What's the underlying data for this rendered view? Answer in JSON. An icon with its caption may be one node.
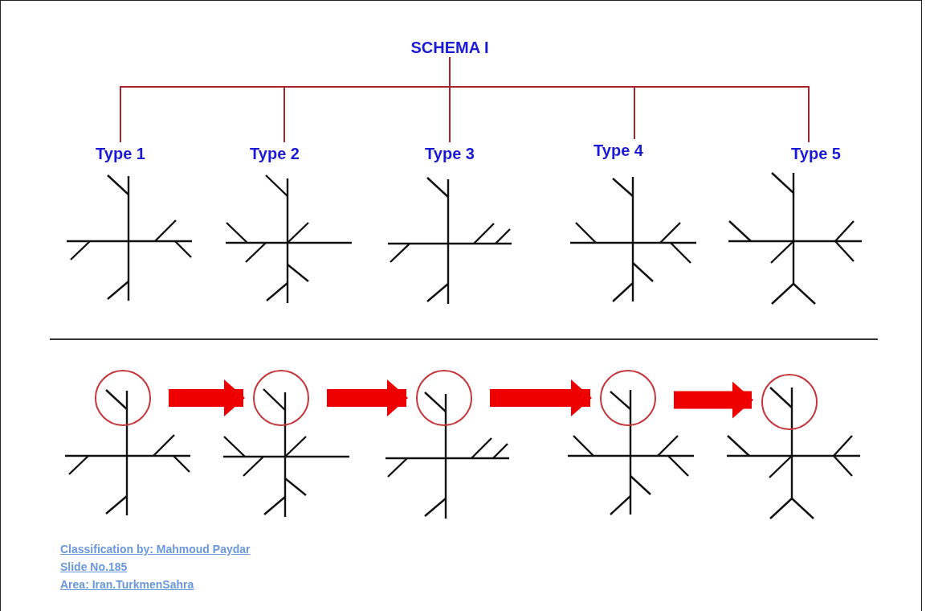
{
  "diagram": {
    "nodes": [
      {
        "text": [
          "SCHEMA I"
        ]
      },
      {
        "text": [
          "Type 1"
        ]
      },
      {
        "text": [
          "Type 2"
        ]
      },
      {
        "text": [
          "Type 3"
        ]
      },
      {
        "text": [
          "Type 4"
        ]
      },
      {
        "text": [
          "Type 5"
        ]
      },
      {
        "text": [],
        "shape": "circle"
      },
      {
        "text": [],
        "shape": "circle"
      },
      {
        "text": [],
        "shape": "circle"
      },
      {
        "text": [],
        "shape": "circle"
      },
      {
        "text": [],
        "shape": "circle"
      }
    ],
    "edges": [
      {
        "from": 0,
        "to": 1,
        "arrow": "none"
      },
      {
        "from": 0,
        "to": 2,
        "arrow": "none"
      },
      {
        "from": 0,
        "to": 3,
        "arrow": "none"
      },
      {
        "from": 0,
        "to": 4,
        "arrow": "none"
      },
      {
        "from": 0,
        "to": 5,
        "arrow": "none"
      },
      {
        "from": 6,
        "to": 7,
        "arrow": "to",
        "style": "thick",
        "color": "#ee0000"
      },
      {
        "from": 7,
        "to": 8,
        "arrow": "to",
        "style": "thick",
        "color": "#ee0000"
      },
      {
        "from": 8,
        "to": 9,
        "arrow": "to",
        "style": "thick",
        "color": "#ee0000"
      },
      {
        "from": 9,
        "to": 10,
        "arrow": "to",
        "style": "thick",
        "color": "#ee0000"
      }
    ],
    "labels": [
      "Classification by: Mahmoud Paydar",
      "Slide No.185",
      "Area: Iran.TurkmenSahra"
    ]
  }
}
